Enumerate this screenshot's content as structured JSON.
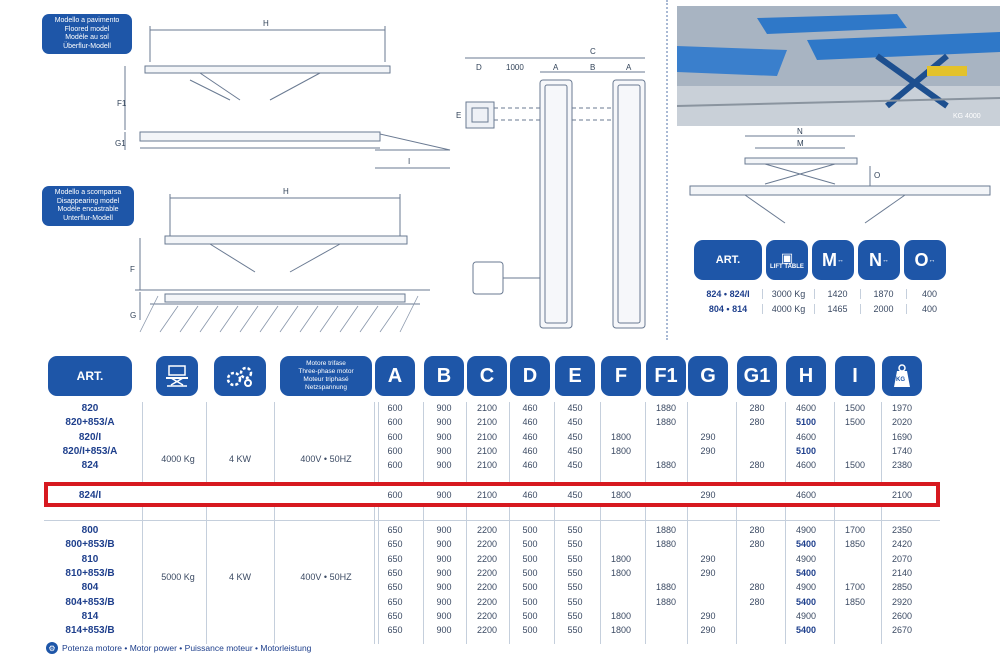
{
  "drawings": {
    "floored_badge": [
      "Modello a pavimento",
      "Floored model",
      "Modèle au sol",
      "Überflur-Modell"
    ],
    "disappearing_badge": [
      "Modello a scomparsa",
      "Disappearing model",
      "Modèle encastrable",
      "Unterflur-Modell"
    ],
    "labels": {
      "H": "H",
      "F1": "F1",
      "G1": "G1",
      "I": "I",
      "F": "F",
      "G": "G",
      "C": "C",
      "D": "D",
      "gap1000": "1000",
      "A": "A",
      "B": "B",
      "E": "E",
      "N": "N",
      "M": "M",
      "O": "O"
    },
    "photo_caption": "KG 4000"
  },
  "mini_table": {
    "headers": [
      "ART.",
      "LIFT TABLE",
      "M",
      "N",
      "O"
    ],
    "mm": "mm",
    "rows": [
      {
        "art": "824 • 824/I",
        "lift": "3000 Kg",
        "m": "1420",
        "n": "1870",
        "o": "400"
      },
      {
        "art": "804 • 814",
        "lift": "4000 Kg",
        "m": "1465",
        "n": "2000",
        "o": "400"
      }
    ]
  },
  "table": {
    "headers": {
      "art": "ART.",
      "motor": [
        "Motore trifase",
        "Three-phase motor",
        "Moteur triphasé",
        "Netzspannung"
      ],
      "letters": [
        "A",
        "B",
        "C",
        "D",
        "E",
        "F",
        "F1",
        "G",
        "G1",
        "H",
        "I"
      ],
      "kg": "KG",
      "mm": "mm"
    },
    "group1": {
      "capacity": "4000 Kg",
      "power": "4 KW",
      "voltage": "400V • 50HZ",
      "rows": [
        {
          "model": "820",
          "v": [
            "600",
            "900",
            "2100",
            "460",
            "450",
            "",
            "1880",
            "",
            "280",
            "4600",
            "1500",
            "1970"
          ],
          "hbold": false
        },
        {
          "model": "820+853/A",
          "v": [
            "600",
            "900",
            "2100",
            "460",
            "450",
            "",
            "1880",
            "",
            "280",
            "5100",
            "1500",
            "2020"
          ],
          "hbold": true
        },
        {
          "model": "820/I",
          "v": [
            "600",
            "900",
            "2100",
            "460",
            "450",
            "1800",
            "",
            "290",
            "",
            "4600",
            "",
            "1690"
          ],
          "hbold": false
        },
        {
          "model": "820/I+853/A",
          "v": [
            "600",
            "900",
            "2100",
            "460",
            "450",
            "1800",
            "",
            "290",
            "",
            "5100",
            "",
            "1740"
          ],
          "hbold": true
        },
        {
          "model": "824",
          "v": [
            "600",
            "900",
            "2100",
            "460",
            "450",
            "",
            "1880",
            "",
            "280",
            "4600",
            "1500",
            "2380"
          ],
          "hbold": false
        }
      ]
    },
    "highlight": {
      "model": "824/I",
      "v": [
        "600",
        "900",
        "2100",
        "460",
        "450",
        "1800",
        "",
        "290",
        "",
        "4600",
        "",
        "2100"
      ]
    },
    "group2": {
      "capacity": "5000 Kg",
      "power": "4 KW",
      "voltage": "400V • 50HZ",
      "rows": [
        {
          "model": "800",
          "v": [
            "650",
            "900",
            "2200",
            "500",
            "550",
            "",
            "1880",
            "",
            "280",
            "4900",
            "1700",
            "2350"
          ],
          "hbold": false
        },
        {
          "model": "800+853/B",
          "v": [
            "650",
            "900",
            "2200",
            "500",
            "550",
            "",
            "1880",
            "",
            "280",
            "5400",
            "1850",
            "2420"
          ],
          "hbold": true
        },
        {
          "model": "810",
          "v": [
            "650",
            "900",
            "2200",
            "500",
            "550",
            "1800",
            "",
            "290",
            "",
            "4900",
            "",
            "2070"
          ],
          "hbold": false
        },
        {
          "model": "810+853/B",
          "v": [
            "650",
            "900",
            "2200",
            "500",
            "550",
            "1800",
            "",
            "290",
            "",
            "5400",
            "",
            "2140"
          ],
          "hbold": true
        },
        {
          "model": "804",
          "v": [
            "650",
            "900",
            "2200",
            "500",
            "550",
            "",
            "1880",
            "",
            "280",
            "4900",
            "1700",
            "2850"
          ],
          "hbold": false
        },
        {
          "model": "804+853/B",
          "v": [
            "650",
            "900",
            "2200",
            "500",
            "550",
            "",
            "1880",
            "",
            "280",
            "5400",
            "1850",
            "2920"
          ],
          "hbold": true
        },
        {
          "model": "814",
          "v": [
            "650",
            "900",
            "2200",
            "500",
            "550",
            "1800",
            "",
            "290",
            "",
            "4900",
            "",
            "2600"
          ],
          "hbold": false
        },
        {
          "model": "814+853/B",
          "v": [
            "650",
            "900",
            "2200",
            "500",
            "550",
            "1800",
            "",
            "290",
            "",
            "5400",
            "",
            "2670"
          ],
          "hbold": true
        }
      ]
    }
  },
  "footer": "Potenza motore • Motor power • Puissance moteur • Motorleistung",
  "colors": {
    "brand": "#1e56a8",
    "highlight": "#d71920"
  }
}
